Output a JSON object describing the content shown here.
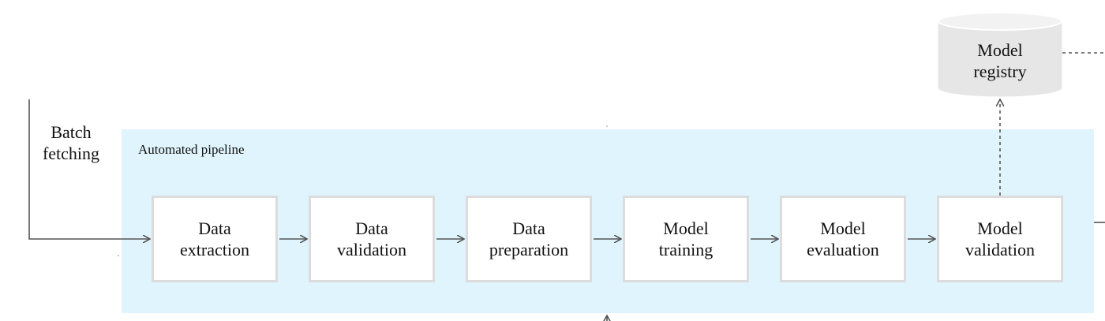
{
  "batch_fetching": {
    "line1": "Batch",
    "line2": "fetching"
  },
  "pipeline": {
    "title": "Automated pipeline",
    "steps": [
      {
        "line1": "Data",
        "line2": "extraction"
      },
      {
        "line1": "Data",
        "line2": "validation"
      },
      {
        "line1": "Data",
        "line2": "preparation"
      },
      {
        "line1": "Model",
        "line2": "training"
      },
      {
        "line1": "Model",
        "line2": "evaluation"
      },
      {
        "line1": "Model",
        "line2": "validation"
      }
    ]
  },
  "model_registry": {
    "line1": "Model",
    "line2": "registry"
  },
  "colors": {
    "pipeline_background": "#dff4fc",
    "step_border": "#dcdcdc",
    "registry_fill": "#e6e6e6",
    "arrow": "#555555"
  }
}
